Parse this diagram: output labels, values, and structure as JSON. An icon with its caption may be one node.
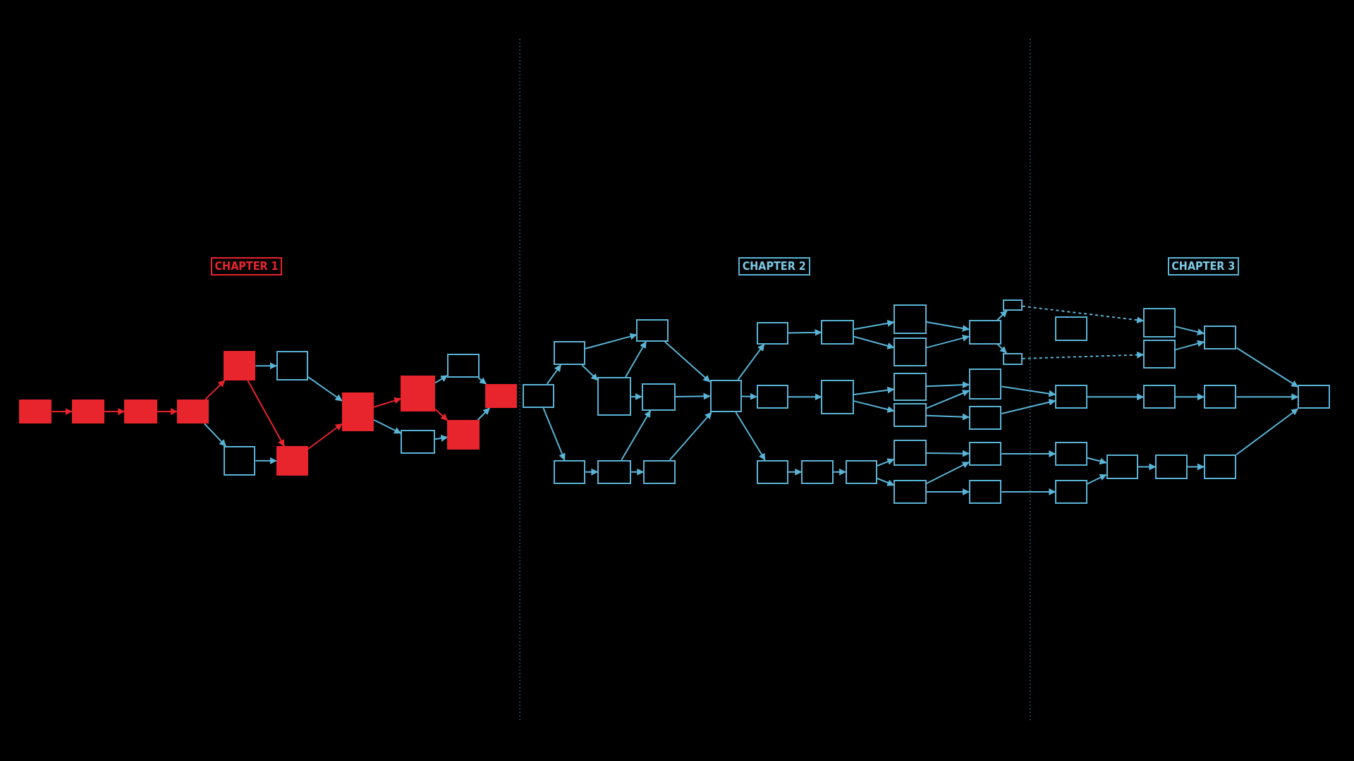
{
  "diagram": {
    "nodes": [
      {
        "text": [
          "CHAPTER 1"
        ]
      },
      {
        "text": [
          "CHAPTER 2"
        ]
      },
      {
        "text": [
          "CHAPTER 3"
        ]
      },
      {
        "text": [],
        "shape": "box"
      },
      {
        "text": [],
        "shape": "box"
      },
      {
        "text": [],
        "shape": "box"
      },
      {
        "text": [],
        "shape": "box"
      },
      {
        "text": [],
        "shape": "box"
      },
      {
        "text": [],
        "shape": "box"
      },
      {
        "text": [],
        "shape": "box"
      },
      {
        "text": [],
        "shape": "box"
      },
      {
        "text": [],
        "shape": "box"
      },
      {
        "text": [],
        "shape": "box"
      },
      {
        "text": [],
        "shape": "box"
      },
      {
        "text": [],
        "shape": "box"
      },
      {
        "text": [],
        "shape": "box"
      },
      {
        "text": [],
        "shape": "box"
      },
      {
        "text": [],
        "shape": "box"
      },
      {
        "text": [],
        "shape": "box"
      },
      {
        "text": [],
        "shape": "box"
      },
      {
        "text": [],
        "shape": "box"
      },
      {
        "text": [],
        "shape": "box"
      },
      {
        "text": [],
        "shape": "box"
      },
      {
        "text": [],
        "shape": "box"
      },
      {
        "text": [],
        "shape": "box"
      },
      {
        "text": [],
        "shape": "box"
      },
      {
        "text": [],
        "shape": "box"
      },
      {
        "text": [],
        "shape": "box"
      },
      {
        "text": [],
        "shape": "box"
      },
      {
        "text": [],
        "shape": "box"
      },
      {
        "text": [],
        "shape": "box"
      },
      {
        "text": [],
        "shape": "box"
      },
      {
        "text": [],
        "shape": "box"
      },
      {
        "text": [],
        "shape": "box"
      },
      {
        "text": [],
        "shape": "box"
      },
      {
        "text": [],
        "shape": "box"
      },
      {
        "text": [],
        "shape": "box"
      },
      {
        "text": [],
        "shape": "box"
      },
      {
        "text": [],
        "shape": "box"
      },
      {
        "text": [],
        "shape": "box"
      },
      {
        "text": [],
        "shape": "box"
      },
      {
        "text": [],
        "shape": "box"
      },
      {
        "text": [],
        "shape": "box"
      },
      {
        "text": [],
        "shape": "box"
      },
      {
        "text": [],
        "shape": "box"
      },
      {
        "text": [],
        "shape": "box"
      },
      {
        "text": [],
        "shape": "box"
      },
      {
        "text": [],
        "shape": "box"
      },
      {
        "text": [],
        "shape": "box"
      },
      {
        "text": [],
        "shape": "box"
      },
      {
        "text": [],
        "shape": "box"
      },
      {
        "text": [],
        "shape": "box"
      },
      {
        "text": [],
        "shape": "box"
      },
      {
        "text": [],
        "shape": "box"
      },
      {
        "text": [],
        "shape": "box"
      },
      {
        "text": [],
        "shape": "box"
      },
      {
        "text": [],
        "shape": "box"
      },
      {
        "text": [],
        "shape": "box"
      },
      {
        "text": [],
        "shape": "box"
      }
    ],
    "edges": [
      {
        "from": 3,
        "to": 4,
        "arrow": "to",
        "color": "#e8242c"
      },
      {
        "from": 4,
        "to": 5,
        "arrow": "to",
        "color": "#e8242c"
      },
      {
        "from": 5,
        "to": 6,
        "arrow": "to",
        "color": "#e8242c"
      },
      {
        "from": 6,
        "to": 7,
        "arrow": "to",
        "color": "#e8242c"
      },
      {
        "from": 6,
        "to": 8,
        "arrow": "to"
      },
      {
        "from": 7,
        "to": 9,
        "arrow": "to"
      },
      {
        "from": 7,
        "to": 10,
        "arrow": "to",
        "color": "#e8242c"
      },
      {
        "from": 8,
        "to": 10,
        "arrow": "to"
      },
      {
        "from": 9,
        "to": 11,
        "arrow": "to"
      },
      {
        "from": 10,
        "to": 11,
        "arrow": "to",
        "color": "#e8242c"
      },
      {
        "from": 11,
        "to": 12,
        "arrow": "to",
        "color": "#e8242c"
      },
      {
        "from": 11,
        "to": 13,
        "arrow": "to"
      },
      {
        "from": 12,
        "to": 14,
        "arrow": "to"
      },
      {
        "from": 12,
        "to": 15,
        "arrow": "to",
        "color": "#e8242c"
      },
      {
        "from": 13,
        "to": 15,
        "arrow": "to"
      },
      {
        "from": 14,
        "to": 16,
        "arrow": "to"
      },
      {
        "from": 15,
        "to": 16,
        "arrow": "to"
      },
      {
        "from": 17,
        "to": 18,
        "arrow": "to"
      },
      {
        "from": 17,
        "to": 19,
        "arrow": "to"
      },
      {
        "from": 18,
        "to": 20,
        "arrow": "to"
      },
      {
        "from": 18,
        "to": 21,
        "arrow": "to"
      },
      {
        "from": 21,
        "to": 20,
        "arrow": "to"
      },
      {
        "from": 21,
        "to": 22,
        "arrow": "to"
      },
      {
        "from": 19,
        "to": 23,
        "arrow": "to"
      },
      {
        "from": 23,
        "to": 22,
        "arrow": "to"
      },
      {
        "from": 23,
        "to": 24,
        "arrow": "to"
      },
      {
        "from": 24,
        "to": 25,
        "arrow": "to"
      },
      {
        "from": 22,
        "to": 25,
        "arrow": "to"
      },
      {
        "from": 20,
        "to": 25,
        "arrow": "to"
      },
      {
        "from": 25,
        "to": 26,
        "arrow": "to"
      },
      {
        "from": 25,
        "to": 27,
        "arrow": "to"
      },
      {
        "from": 25,
        "to": 28,
        "arrow": "to"
      },
      {
        "from": 26,
        "to": 30,
        "arrow": "to"
      },
      {
        "from": 27,
        "to": 31,
        "arrow": "to"
      },
      {
        "from": 28,
        "to": 29,
        "arrow": "to"
      },
      {
        "from": 29,
        "to": 32,
        "arrow": "to"
      },
      {
        "from": 30,
        "to": 33,
        "arrow": "to"
      },
      {
        "from": 30,
        "to": 34,
        "arrow": "to"
      },
      {
        "from": 33,
        "to": 39,
        "arrow": "to"
      },
      {
        "from": 34,
        "to": 39,
        "arrow": "to"
      },
      {
        "from": 31,
        "to": 35,
        "arrow": "to"
      },
      {
        "from": 31,
        "to": 36,
        "arrow": "to"
      },
      {
        "from": 35,
        "to": 42,
        "arrow": "to"
      },
      {
        "from": 36,
        "to": 42,
        "arrow": "to"
      },
      {
        "from": 36,
        "to": 43,
        "arrow": "to"
      },
      {
        "from": 32,
        "to": 37,
        "arrow": "to"
      },
      {
        "from": 32,
        "to": 38,
        "arrow": "to"
      },
      {
        "from": 37,
        "to": 44,
        "arrow": "to"
      },
      {
        "from": 38,
        "to": 44,
        "arrow": "to"
      },
      {
        "from": 38,
        "to": 45,
        "arrow": "to"
      },
      {
        "from": 39,
        "to": 40,
        "arrow": "to"
      },
      {
        "from": 39,
        "to": 41,
        "arrow": "to"
      },
      {
        "from": 40,
        "to": 50,
        "arrow": "to",
        "style": "dashed"
      },
      {
        "from": 41,
        "to": 51,
        "arrow": "to",
        "style": "dashed"
      },
      {
        "from": 42,
        "to": 47,
        "arrow": "to"
      },
      {
        "from": 43,
        "to": 47,
        "arrow": "to"
      },
      {
        "from": 44,
        "to": 48,
        "arrow": "to"
      },
      {
        "from": 45,
        "to": 49,
        "arrow": "to"
      },
      {
        "from": 50,
        "to": 52,
        "arrow": "to"
      },
      {
        "from": 51,
        "to": 52,
        "arrow": "to"
      },
      {
        "from": 47,
        "to": 53,
        "arrow": "to"
      },
      {
        "from": 53,
        "to": 54,
        "arrow": "to"
      },
      {
        "from": 48,
        "to": 55,
        "arrow": "to"
      },
      {
        "from": 49,
        "to": 55,
        "arrow": "to"
      },
      {
        "from": 55,
        "to": 56,
        "arrow": "to"
      },
      {
        "from": 56,
        "to": 57,
        "arrow": "to"
      },
      {
        "from": 52,
        "to": 58,
        "arrow": "to"
      },
      {
        "from": 54,
        "to": 58,
        "arrow": "to"
      },
      {
        "from": 57,
        "to": 58,
        "arrow": "to"
      }
    ]
  }
}
